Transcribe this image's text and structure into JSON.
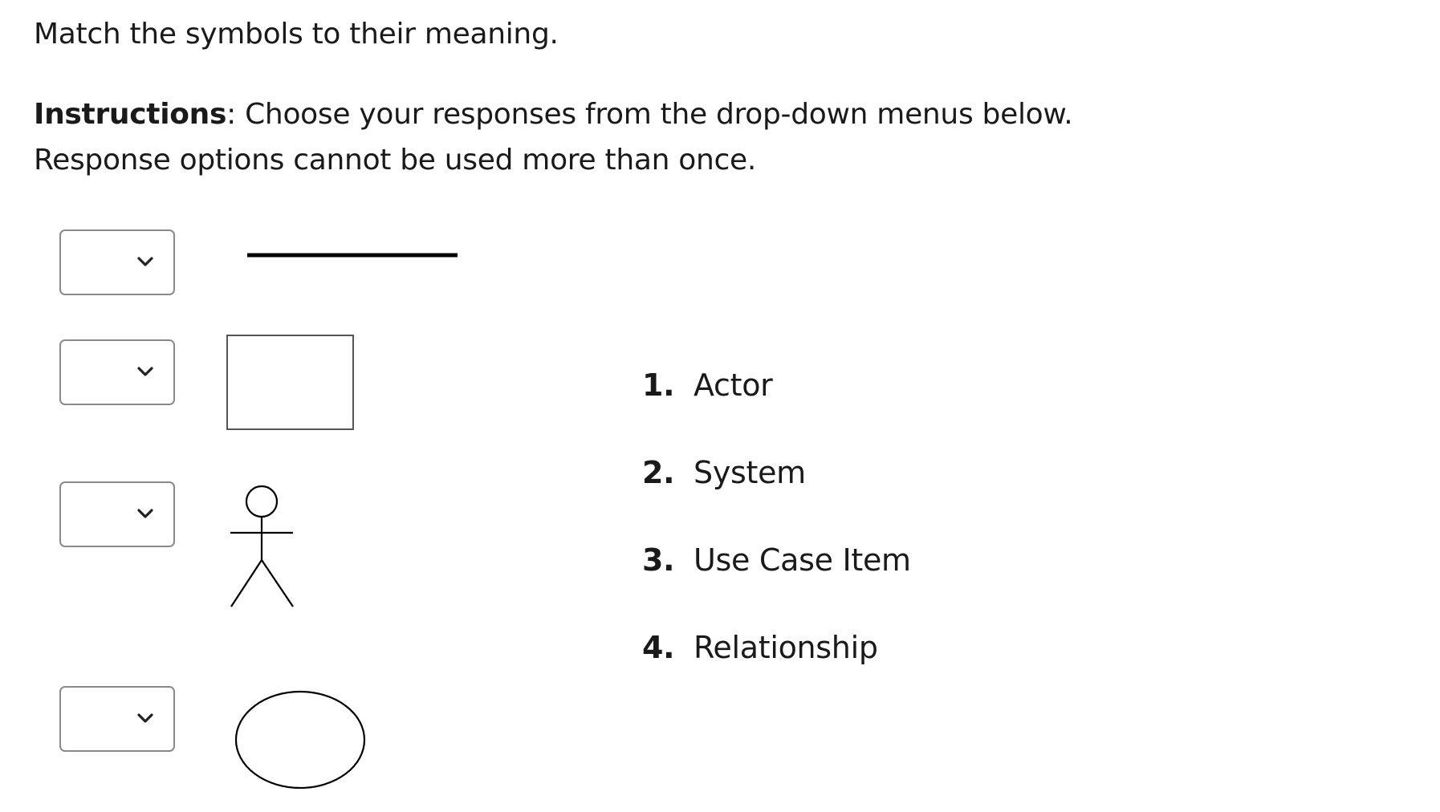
{
  "question": {
    "prompt": "Match the symbols to their meaning.",
    "instructions_label": "Instructions",
    "instructions_text": ": Choose your responses from the drop-down menus below. Response options cannot be used more than once."
  },
  "dropdowns": [
    {
      "selected": ""
    },
    {
      "selected": ""
    },
    {
      "selected": ""
    },
    {
      "selected": ""
    }
  ],
  "symbols": [
    "line",
    "rectangle",
    "stick-figure",
    "ellipse"
  ],
  "answers": [
    {
      "number": "1.",
      "label": "Actor"
    },
    {
      "number": "2.",
      "label": "System"
    },
    {
      "number": "3.",
      "label": "Use Case Item"
    },
    {
      "number": "4.",
      "label": "Relationship"
    }
  ]
}
